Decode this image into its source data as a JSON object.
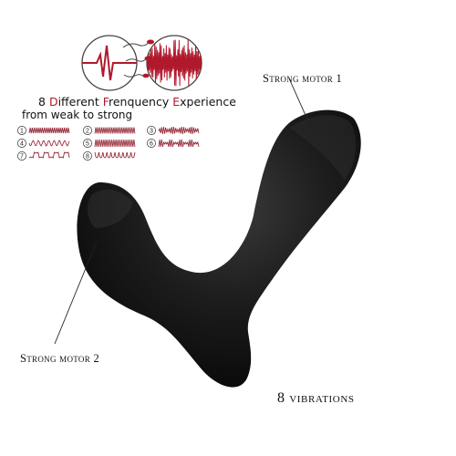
{
  "frequency": {
    "count": "8",
    "word1_initial": "D",
    "word1_rest": "ifferent",
    "word2_initial": "F",
    "word2_rest": "renquency",
    "word3_initial": "E",
    "word3_rest": "xperience",
    "subtitle": "from weak to strong",
    "patterns": [
      {
        "number": "1"
      },
      {
        "number": "2"
      },
      {
        "number": "3"
      },
      {
        "number": "4"
      },
      {
        "number": "5"
      },
      {
        "number": "6"
      },
      {
        "number": "7"
      },
      {
        "number": "8"
      }
    ]
  },
  "labels": {
    "motor1": "Strong motor 1",
    "motor2": "Strong motor 2",
    "vibrations": "8 vibrations"
  },
  "colors": {
    "accent": "#b0182b",
    "wave": "#8e1a2a",
    "device": "#141414",
    "text": "#111111"
  }
}
